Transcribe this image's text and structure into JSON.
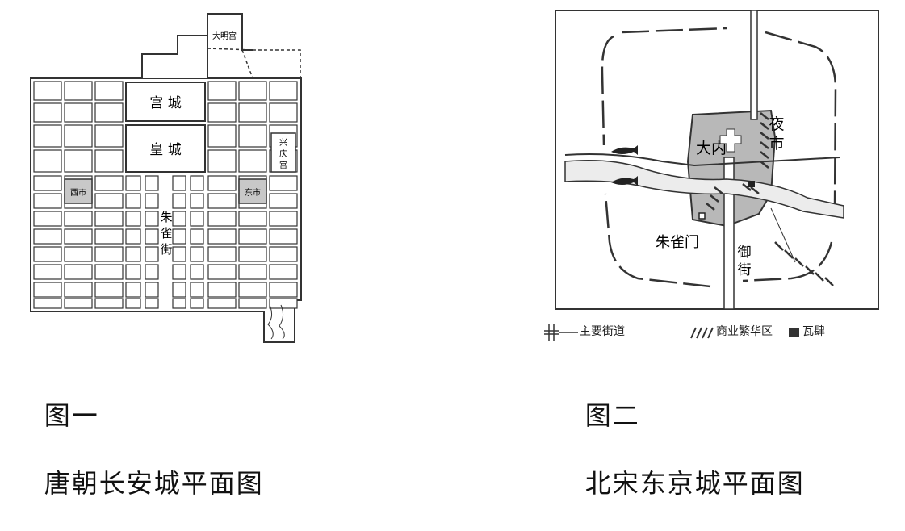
{
  "figure1": {
    "caption_label": "图一",
    "caption_title": "唐朝长安城平面图",
    "labels": {
      "daming_palace": "大明宫",
      "palace_city": "宫 城",
      "imperial_city": "皇 城",
      "xingqing_palace": "兴庆宫",
      "west_market": "西市",
      "east_market": "东市",
      "zhuque_street": "朱雀街"
    }
  },
  "figure2": {
    "caption_label": "图二",
    "caption_title": "北宋东京城平面图",
    "labels": {
      "danei": "大内",
      "night_market": "夜市",
      "zhuque_gate": "朱雀门",
      "imperial_street": "御街"
    },
    "legend": {
      "main_streets": "主要街道",
      "commercial_area": "商业繁华区",
      "wasi": "瓦肆"
    }
  },
  "colors": {
    "market_fill": "#c8c8c8",
    "danei_fill": "#b8b8b8",
    "line": "#333333"
  }
}
